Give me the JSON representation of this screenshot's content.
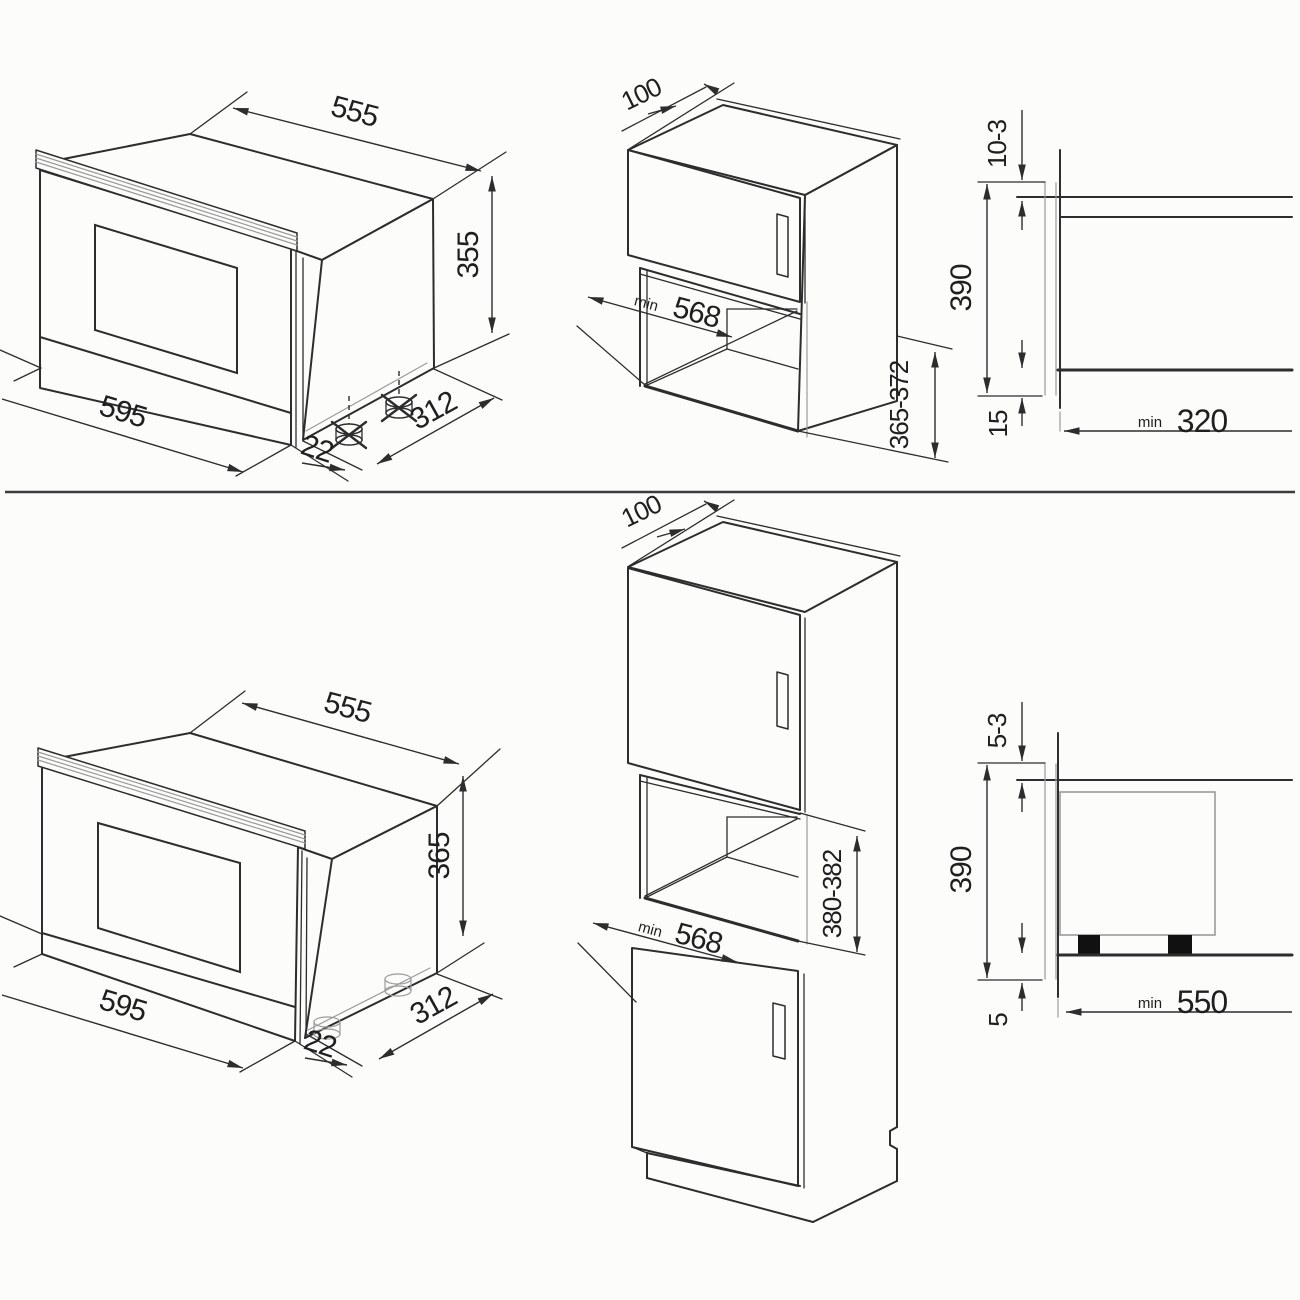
{
  "drawing_title": "built-in microwave installation dimensions",
  "colors": {
    "line": "#2d2d2d",
    "light_line": "#9b9b9b",
    "background": "#fcfcfa",
    "feet_fill": "#111111"
  },
  "top_section": {
    "oven": {
      "top_width": "555",
      "height": "355",
      "front_width": "595",
      "door_thickness": "22",
      "depth": "312"
    },
    "cabinet": {
      "overhang_depth": "100",
      "min_label": "min",
      "niche_width": "568",
      "niche_height": "365-372"
    },
    "side": {
      "top_gap": "10-3",
      "panel_height": "390",
      "bottom_gap": "15",
      "min_label": "min",
      "min_depth": "320"
    }
  },
  "bottom_section": {
    "oven": {
      "top_width": "555",
      "height": "365",
      "front_width": "595",
      "door_thickness": "22",
      "depth": "312"
    },
    "cabinet": {
      "overhang_depth": "100",
      "min_label": "min",
      "niche_width": "568",
      "niche_height": "380-382"
    },
    "side": {
      "top_gap": "5-3",
      "panel_height": "390",
      "bottom_gap": "5",
      "min_label": "min",
      "min_depth": "550"
    }
  }
}
